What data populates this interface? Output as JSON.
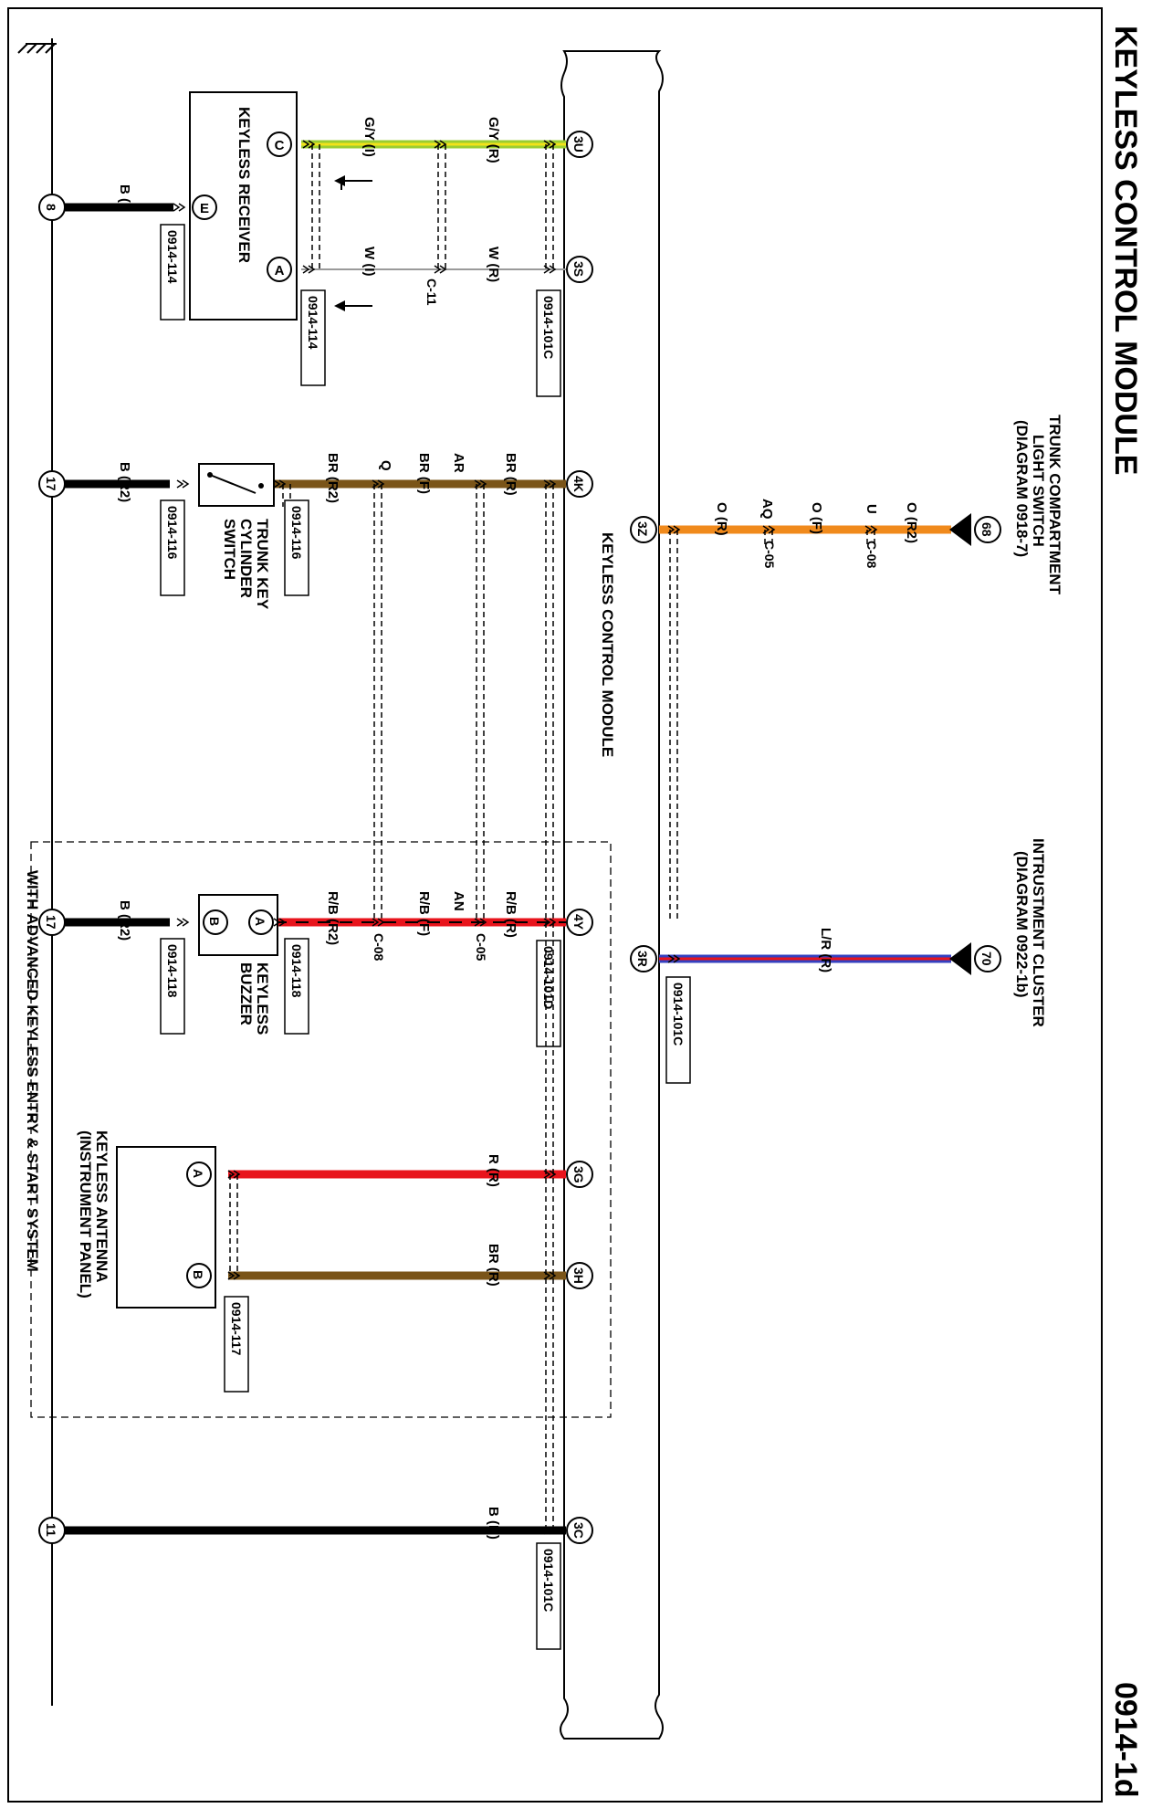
{
  "page": {
    "title": "KEYLESS CONTROL MODULE",
    "page_number": "0914-1d"
  },
  "module": {
    "label": "KEYLESS CONTROL MODULE"
  },
  "components": {
    "keyless_receiver": {
      "label": "KEYLESS RECEIVER",
      "pins": [
        "C",
        "E",
        "A"
      ],
      "connector": "0914-114"
    },
    "trunk_key_cylinder_switch": {
      "label_lines": [
        "TRUNK KEY",
        "CYLINDER",
        "SWITCH"
      ],
      "connector": "0914-116"
    },
    "keyless_buzzer": {
      "label_lines": [
        "KEYLESS",
        "BUZZER"
      ],
      "pins": [
        "A",
        "B"
      ],
      "connector": "0914-118"
    },
    "keyless_antenna": {
      "label_lines": [
        "KEYLESS ANTENNA",
        "(INSTRUMENT PANEL)"
      ],
      "pins": [
        "A",
        "B"
      ],
      "connector": "0914-117"
    }
  },
  "destinations": {
    "trunk_light": {
      "node": "68",
      "label_lines": [
        "TRUNK COMPARTMENT",
        "LIGHT SWITCH",
        "(DIAGRAM 0918-7)"
      ]
    },
    "instrument_cluster": {
      "node": "70",
      "label_lines": [
        "INTRUSTMENT CLUSTER",
        "(DIAGRAM 0922-1b)"
      ]
    }
  },
  "module_pins": [
    "3U",
    "3S",
    "4K",
    "3Z",
    "4Y",
    "3R",
    "3G",
    "3H",
    "3C"
  ],
  "ground_nodes": [
    "8",
    "17",
    "17",
    "11"
  ],
  "connector_tags": {
    "c_101c": "0914-101C",
    "c_101d": "0914-101D",
    "c_114": "0914-114",
    "c_116": "0914-116",
    "c_118": "0914-118",
    "c_117": "0914-117"
  },
  "wire_labels": {
    "gy_r": "G/Y (R)",
    "gy_i": "G/Y (I)",
    "w_r": "W (R)",
    "w_i": "W (I)",
    "c11": "C-11",
    "b_i": "B (I)",
    "br_r": "BR (R)",
    "ar": "AR",
    "br_f": "BR (F)",
    "q": "Q",
    "br_r2": "BR (R2)",
    "b_r2": "B (R2)",
    "o_r2": "O (R2)",
    "u": "U",
    "c08": "C-08",
    "o_f": "O (F)",
    "aq": "AQ",
    "c05": "C-05",
    "o_r": "O (R)",
    "rb_r": "R/B (R)",
    "an": "AN",
    "rb_f": "R/B (F)",
    "rb_r2": "R/B (R2)",
    "lr_r": "L/R (R)",
    "r_r": "R (R)",
    "b_r": "B (R)"
  },
  "option_box": {
    "label": "WITH ADVANCED KEYLESS ENTRY & START SYSTEM"
  },
  "colors": {
    "green_yellow": "#9acd32",
    "white_wire": "#9a9a9a",
    "brown": "#7a5418",
    "orange": "#f08a1c",
    "red": "#e8141c",
    "blue": "#3440c0",
    "black": "#000000"
  },
  "icons": [
    "ground-symbol-icon",
    "arrow-icon",
    "switch-icon",
    "connector-chevron-icon"
  ]
}
